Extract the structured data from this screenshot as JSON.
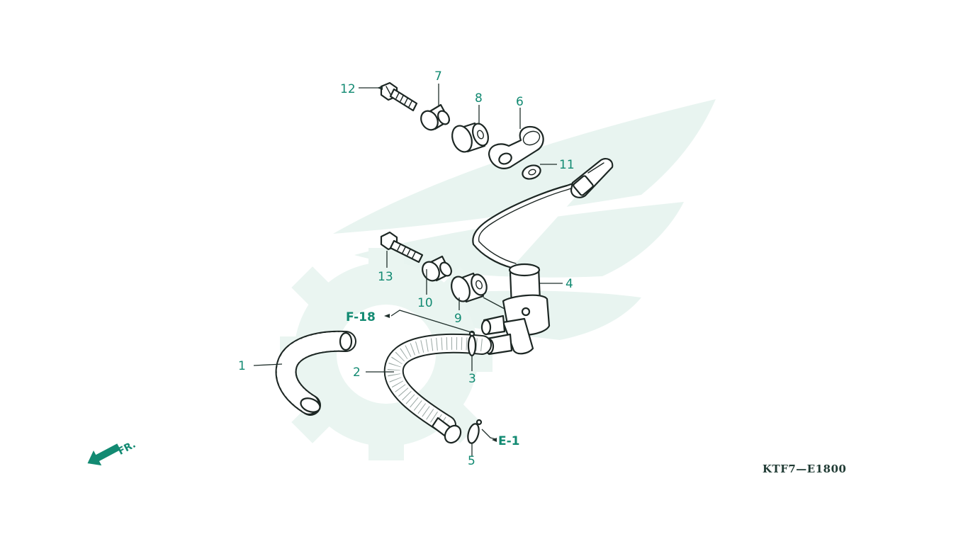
{
  "diagram": {
    "callouts": [
      "1",
      "2",
      "3",
      "4",
      "5",
      "6",
      "7",
      "8",
      "9",
      "10",
      "11",
      "12",
      "13"
    ],
    "references": [
      "F-18",
      "E-1"
    ],
    "drawing_code": "KTF7—E1800",
    "front_indicator": "FR."
  },
  "colors": {
    "label": "#128a72",
    "watermark": "#e6f3ef",
    "line": "#1c2623"
  },
  "icons": [
    "honda-wing-watermark-icon",
    "gear-watermark-icon",
    "front-arrow-icon"
  ]
}
